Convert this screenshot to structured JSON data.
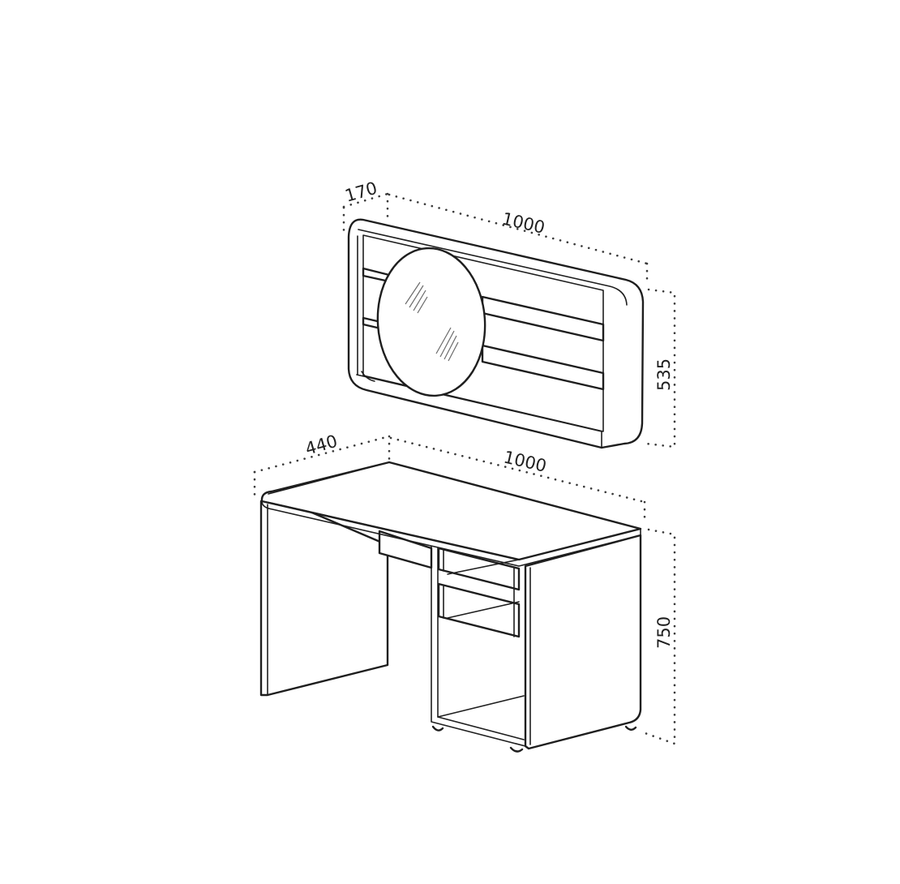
{
  "dimensions": {
    "shelf_depth": "170",
    "shelf_width": "1000",
    "shelf_height": "535",
    "desk_depth": "440",
    "desk_width": "1000",
    "desk_height": "750"
  }
}
